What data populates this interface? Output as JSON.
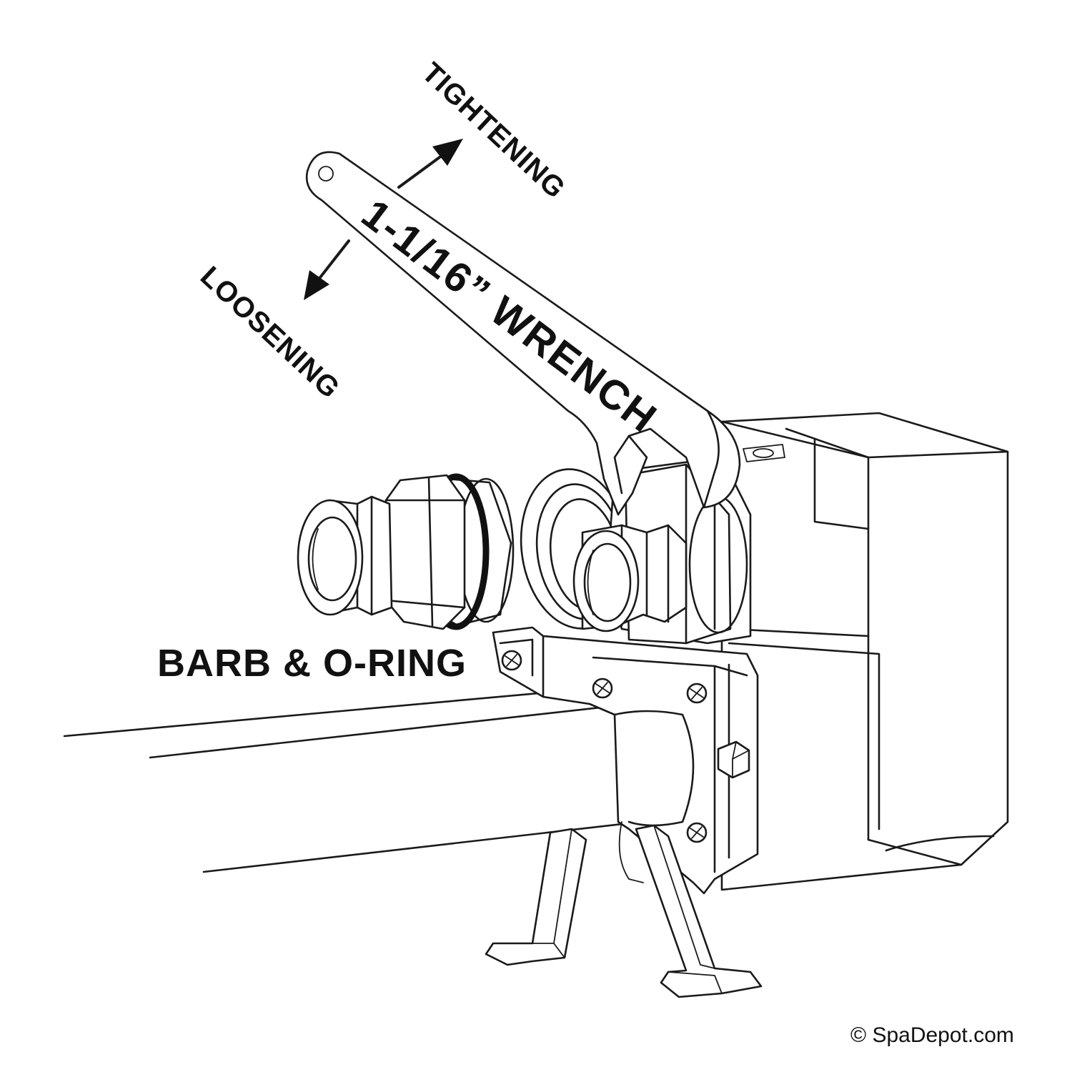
{
  "labels": {
    "tightening": "TIGHTENING",
    "loosening": "LOOSENING",
    "wrench": "1-1/16” WRENCH",
    "barb_oring": "BARB & O-RING",
    "copyright": "© SpaDepot.com"
  }
}
